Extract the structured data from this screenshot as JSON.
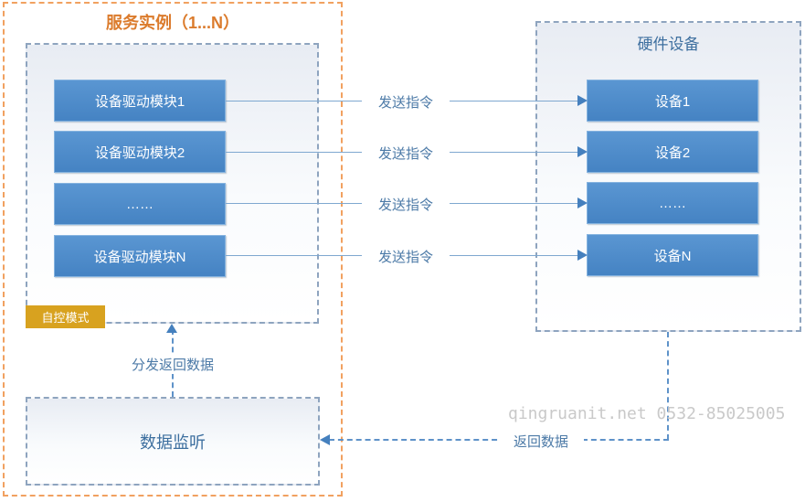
{
  "service_container": {
    "title": "服务实例（1...N）"
  },
  "driver_modules": [
    {
      "label": "设备驱动模块1"
    },
    {
      "label": "设备驱动模块2"
    },
    {
      "label": "……"
    },
    {
      "label": "设备驱动模块N"
    }
  ],
  "hardware_container": {
    "title": "硬件设备"
  },
  "devices": [
    {
      "label": "设备1"
    },
    {
      "label": "设备2"
    },
    {
      "label": "……"
    },
    {
      "label": "设备N"
    }
  ],
  "badges": {
    "auto_mode": "自控模式"
  },
  "data_listener": {
    "label": "数据监听"
  },
  "flow_labels": {
    "send_command": "发送指令",
    "dispatch_return_data": "分发返回数据",
    "return_data": "返回数据"
  },
  "watermark": "qingruanit.net 0532-85025005",
  "colors": {
    "outer_border": "#F1A160",
    "title_orange": "#DB7B2C",
    "container_border": "#8EA4BF",
    "title_blue": "#3D6F9F",
    "box_fill": "#4D8CC9",
    "box_border": "#85B3DF",
    "connector": "#5E92C9",
    "arrowhead": "#4580BE",
    "label_text": "#4C7AA7",
    "auto_mode_bg": "#D8A21F",
    "watermark": "#C9C9C9"
  }
}
